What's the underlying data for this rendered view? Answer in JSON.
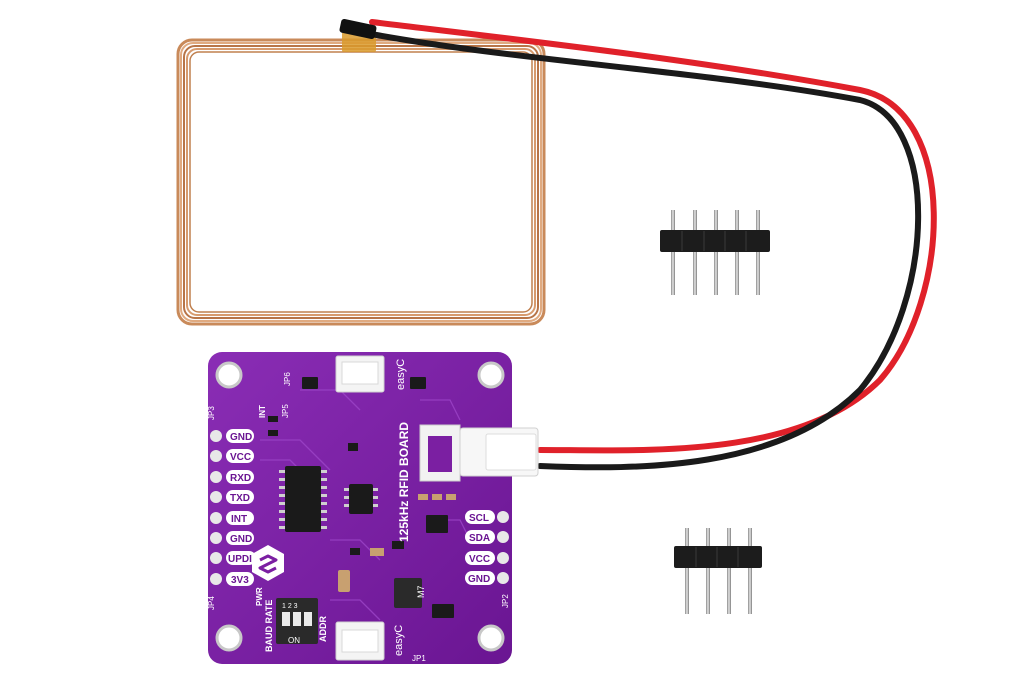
{
  "board": {
    "name_vertical": "125kHz RFID BOARD",
    "brand_top": "easyC",
    "brand_bottom": "easyC",
    "left_pins": [
      "GND",
      "VCC",
      "RXD",
      "TXD",
      "INT",
      "GND",
      "UPDI",
      "3V3"
    ],
    "right_pins": [
      "SCL",
      "SDA",
      "VCC",
      "GND"
    ],
    "labels": {
      "jp3": "JP3",
      "jp4": "JP4",
      "jp5": "JP5",
      "jp6": "JP6",
      "jp1": "JP1",
      "jp2": "JP2",
      "int": "INT",
      "pwr": "PWR",
      "baud_rate": "BAUD RATE",
      "addr": "ADDR",
      "on": "ON",
      "sw_nums": "1 2 3"
    },
    "components": {
      "inductor_mark": "M7",
      "diode_mark": "M7"
    }
  },
  "colors": {
    "pcb": "#7b1fa2",
    "coil": "#c98a5a",
    "wire_red": "#e0212a",
    "wire_black": "#1a1a1a"
  }
}
